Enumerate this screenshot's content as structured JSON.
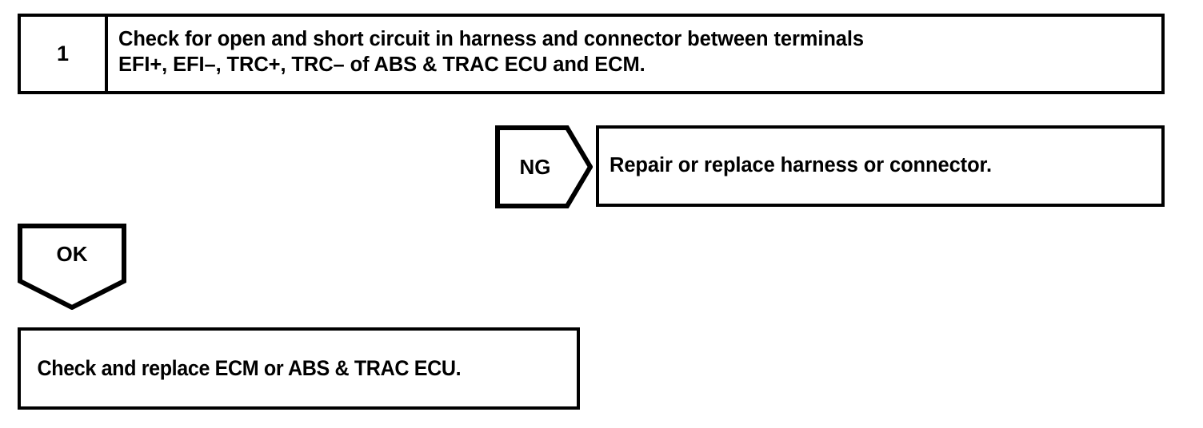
{
  "diagram": {
    "type": "troubleshooting-flowchart",
    "colors": {
      "ink": "#000000",
      "background": "#ffffff"
    },
    "step": {
      "number": "1",
      "instruction": "Check for open and short circuit in harness and connector between terminals\nEFI+, EFI–, TRC+, TRC– of ABS & TRAC ECU and ECM."
    },
    "branches": {
      "ng": {
        "label": "NG",
        "outcome": "Repair or replace harness or connector."
      },
      "ok": {
        "label": "OK",
        "outcome": "Check and replace ECM or ABS & TRAC ECU."
      }
    }
  }
}
